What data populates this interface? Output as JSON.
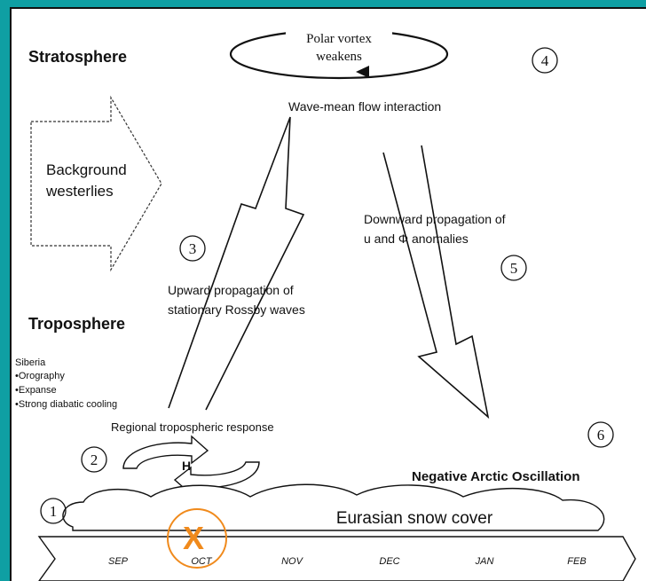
{
  "labels": {
    "stratosphere": "Stratosphere",
    "troposphere": "Troposphere",
    "background_line1": "Background",
    "background_line2": "westerlies",
    "polar_line1": "Polar vortex",
    "polar_line2": "weakens",
    "wave_mean": "Wave-mean flow interaction",
    "downward_line1": "Downward propagation of",
    "downward_line2": "u and Φ anomalies",
    "upward_line1": "Upward propagation of",
    "upward_line2": "stationary Rossby waves",
    "siberia": "Siberia",
    "bullet1": "•Orography",
    "bullet2": "•Expanse",
    "bullet3": "•Strong diabatic cooling",
    "regional": "Regional tropospheric response",
    "high": "H",
    "nao": "Negative Arctic Oscillation",
    "snow": "Eurasian snow cover",
    "marker": "X"
  },
  "steps": [
    "1",
    "2",
    "3",
    "4",
    "5",
    "6"
  ],
  "months": [
    "SEP",
    "OCT",
    "NOV",
    "DEC",
    "JAN",
    "FEB"
  ],
  "colors": {
    "frame": "#0f9fa3",
    "marker": "#f08a1c",
    "ink": "#111111"
  }
}
